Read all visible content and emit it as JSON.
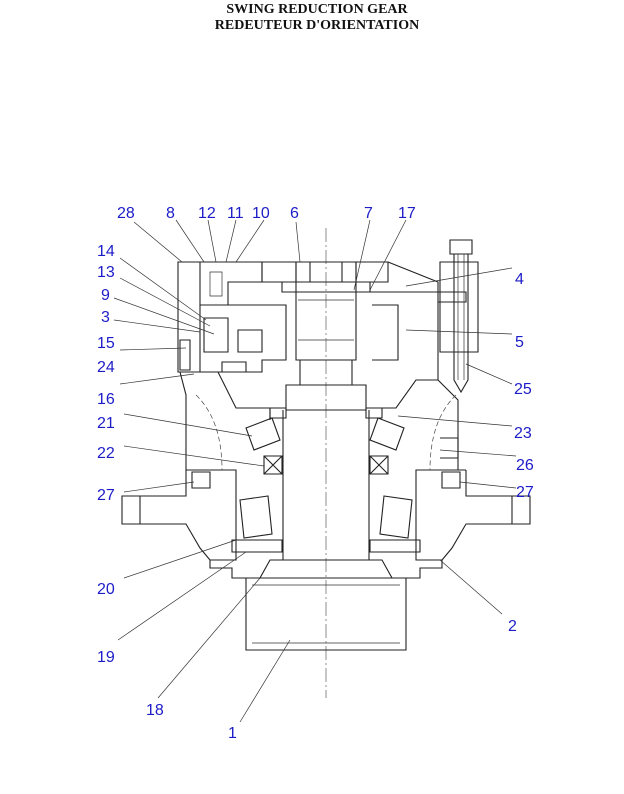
{
  "title": {
    "line1": "SWING REDUCTION GEAR",
    "line2": "REDEUTEUR D'ORIENTATION"
  },
  "parts": {
    "p1": "1",
    "p2": "2",
    "p3": "3",
    "p4": "4",
    "p5": "5",
    "p6": "6",
    "p7": "7",
    "p8": "8",
    "p9": "9",
    "p10": "10",
    "p11": "11",
    "p12": "12",
    "p13": "13",
    "p14": "14",
    "p15": "15",
    "p16": "16",
    "p17": "17",
    "p18": "18",
    "p19": "19",
    "p20": "20",
    "p21": "21",
    "p22": "22",
    "p23": "23",
    "p24": "24",
    "p25": "25",
    "p26": "26",
    "p27a": "27",
    "p27b": "27",
    "p28": "28"
  },
  "colors": {
    "label": "#1c1cc8",
    "line": "#222222"
  }
}
